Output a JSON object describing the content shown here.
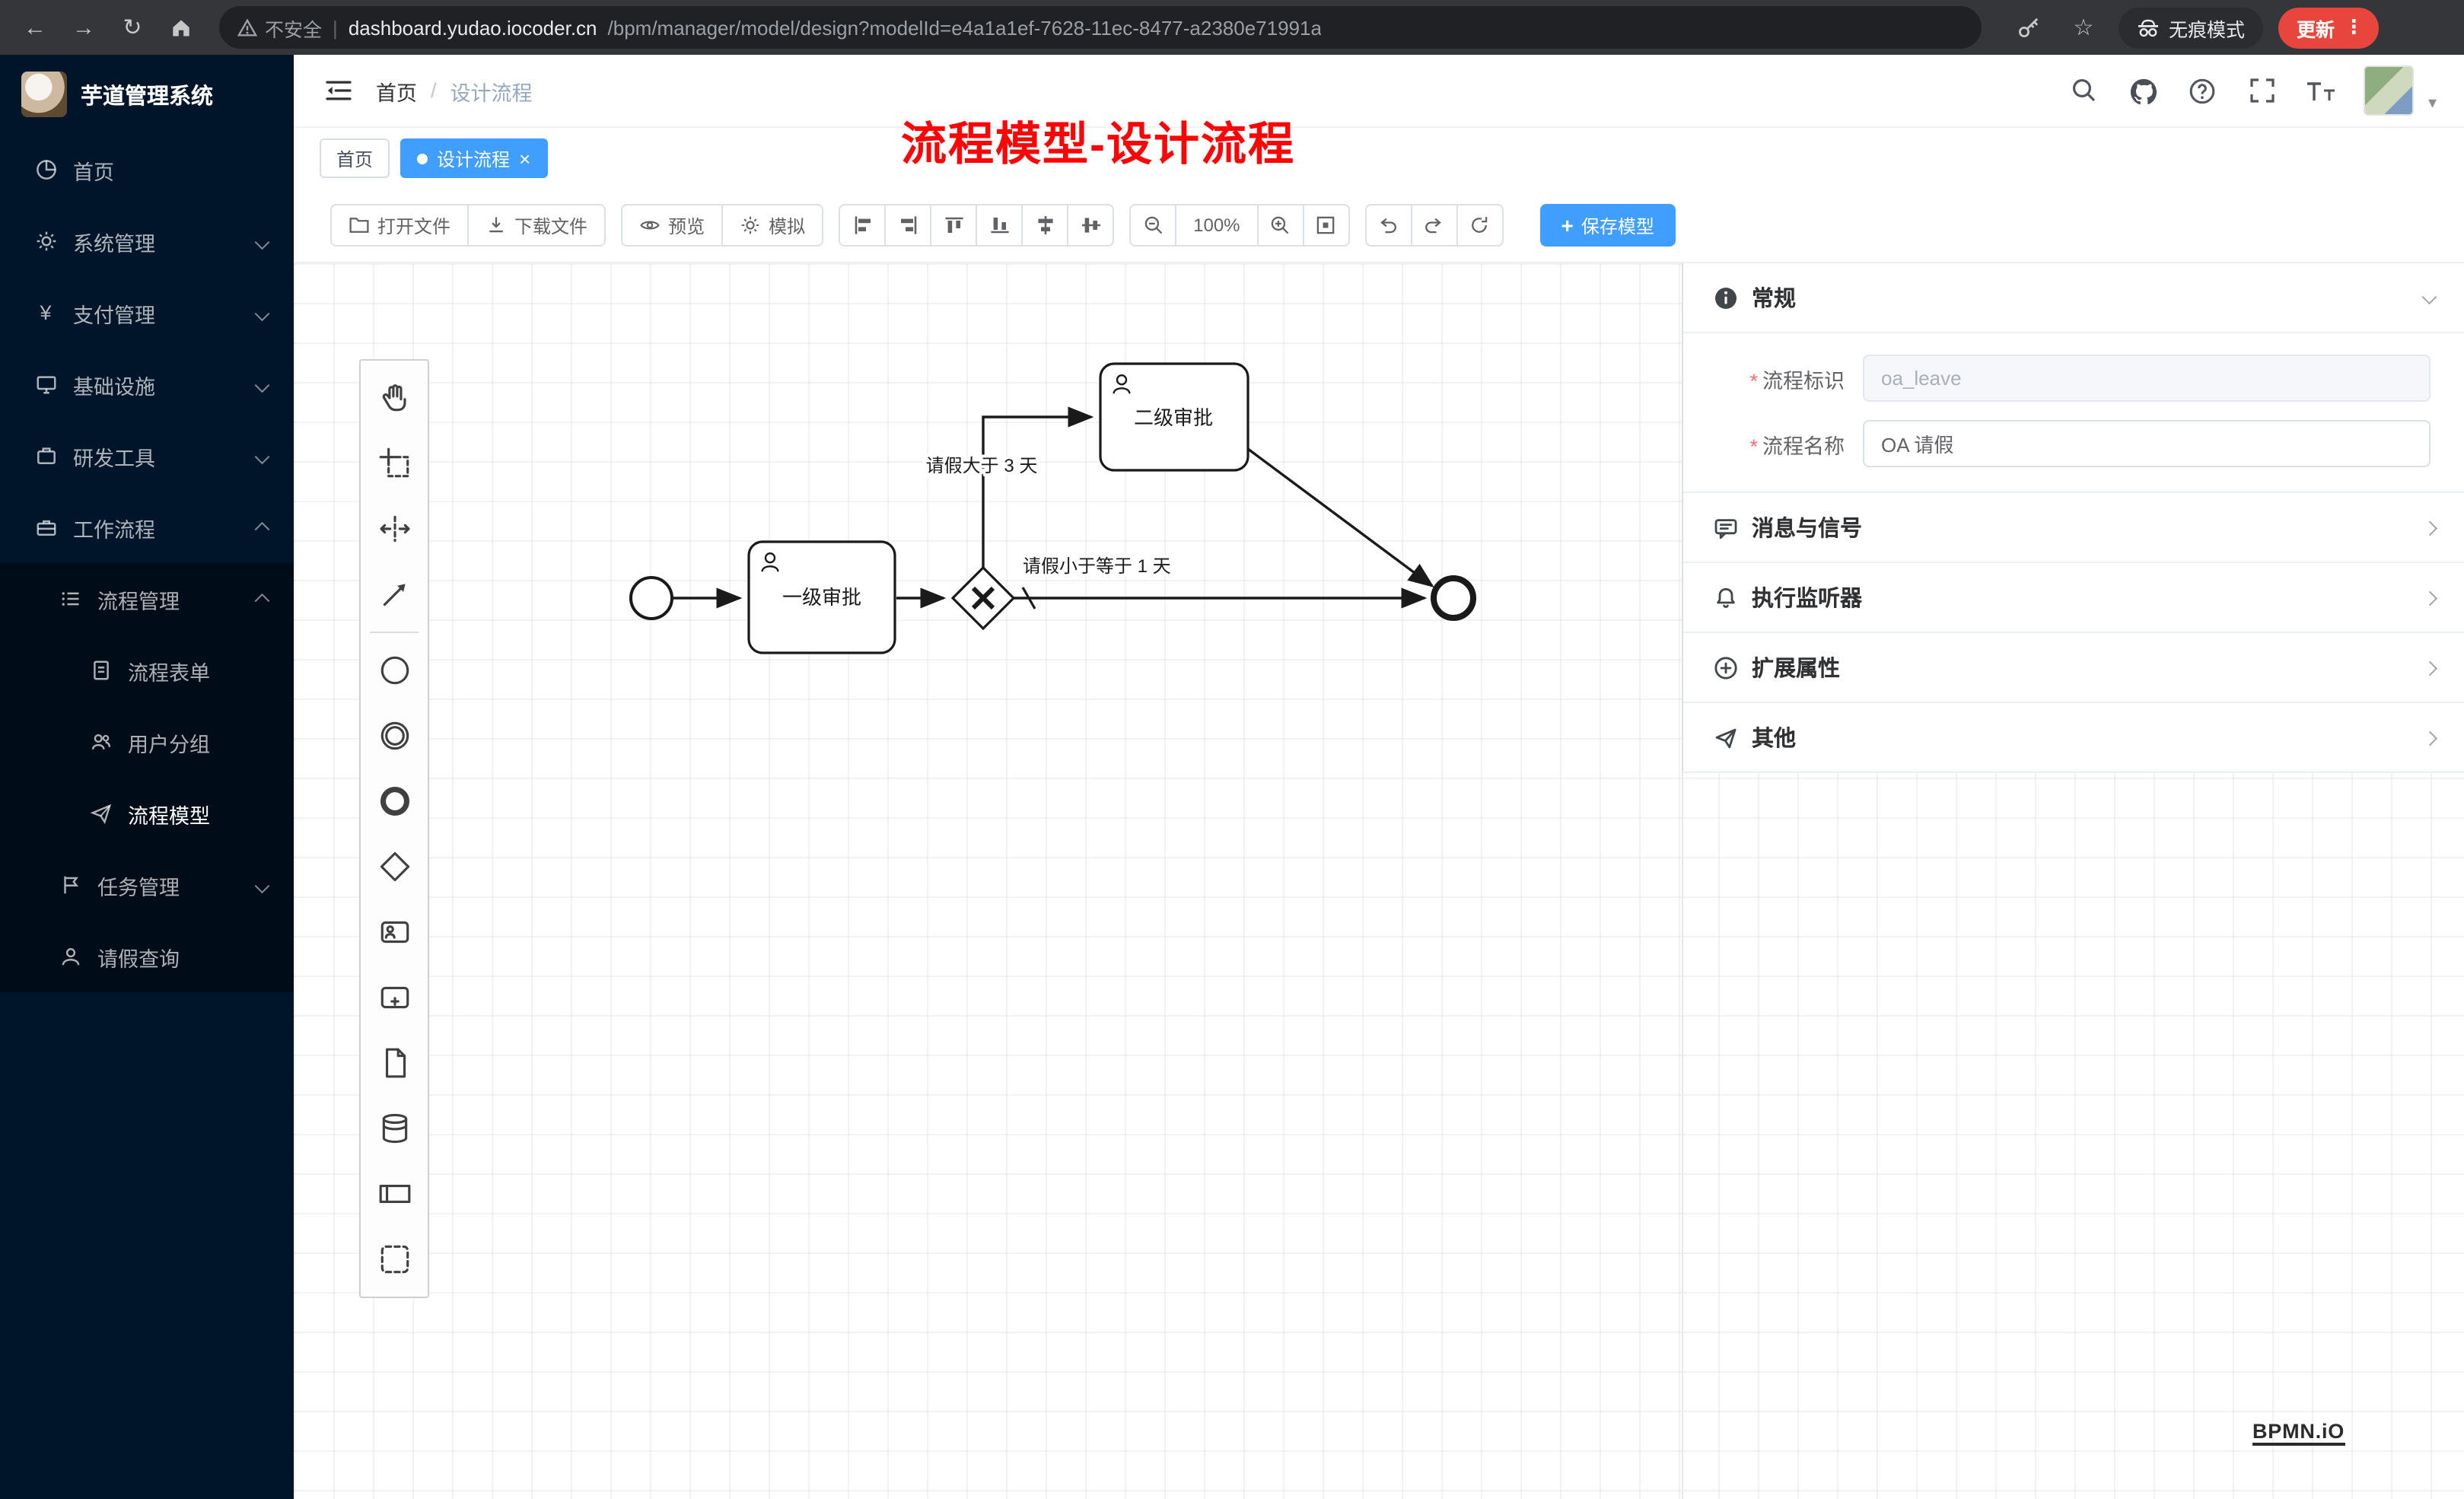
{
  "browser": {
    "security_label": "不安全",
    "url_domain": "dashboard.yudao.iocoder.cn",
    "url_path": "/bpm/manager/model/design?modelId=e4a1a1ef-7628-11ec-8477-a2380e71991a",
    "incognito_label": "无痕模式",
    "update_label": "更新"
  },
  "sidebar": {
    "title": "芋道管理系统",
    "items": [
      {
        "label": "首页"
      },
      {
        "label": "系统管理"
      },
      {
        "label": "支付管理"
      },
      {
        "label": "基础设施"
      },
      {
        "label": "研发工具"
      },
      {
        "label": "工作流程"
      },
      {
        "label": "流程管理"
      },
      {
        "label": "流程表单"
      },
      {
        "label": "用户分组"
      },
      {
        "label": "流程模型"
      },
      {
        "label": "任务管理"
      },
      {
        "label": "请假查询"
      }
    ]
  },
  "header": {
    "breadcrumb_home": "首页",
    "breadcrumb_current": "设计流程"
  },
  "annotation": {
    "text": "流程模型-设计流程",
    "color": "#fb0606"
  },
  "tabs": [
    {
      "label": "首页"
    },
    {
      "label": "设计流程",
      "active": true
    }
  ],
  "toolbar": {
    "open_label": "打开文件",
    "download_label": "下载文件",
    "preview_label": "预览",
    "simulate_label": "模拟",
    "zoom_value": "100%",
    "save_label": "保存模型"
  },
  "diagram": {
    "task1": "一级审批",
    "task2": "二级审批",
    "flow_gt3": "请假大于 3 天",
    "flow_le1": "请假小于等于 1 天"
  },
  "panel": {
    "general_title": "常规",
    "fields": [
      {
        "label": "流程标识",
        "value": "oa_leave"
      },
      {
        "label": "流程名称",
        "value": "OA 请假"
      }
    ],
    "sections": [
      {
        "label": "消息与信号"
      },
      {
        "label": "执行监听器"
      },
      {
        "label": "扩展属性"
      },
      {
        "label": "其他"
      }
    ]
  },
  "watermark": "BPMN.iO",
  "colors": {
    "accent": "#409eff",
    "sidebar_bg": "#001529",
    "update_red": "#e8453c"
  }
}
